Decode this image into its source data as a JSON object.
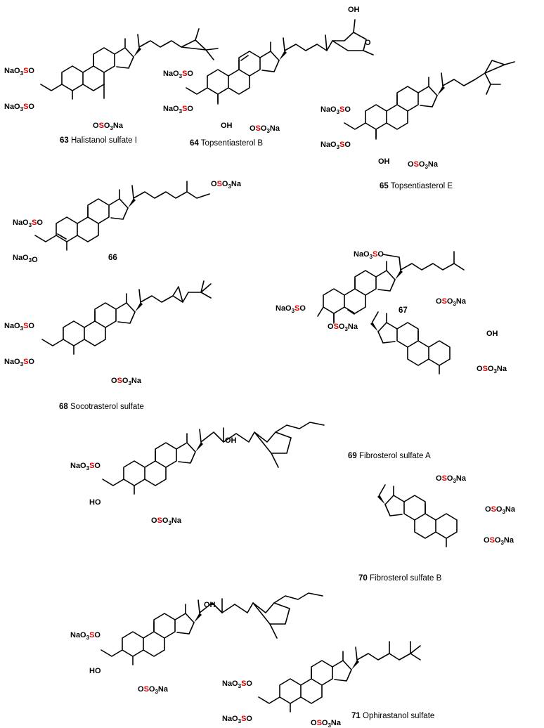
{
  "compounds": [
    {
      "number": "63",
      "name": "Halistanol sulfate I"
    },
    {
      "number": "64",
      "name": "Topsentiasterol B"
    },
    {
      "number": "65",
      "name": "Topsentiasterol E"
    },
    {
      "number": "66",
      "name": ""
    },
    {
      "number": "67",
      "name": ""
    },
    {
      "number": "68",
      "name": "Socotrasterol sulfate"
    },
    {
      "number": "69",
      "name": "Fibrosterol sulfate A"
    },
    {
      "number": "70",
      "name": "Fibrosterol sulfate B"
    },
    {
      "number": "71",
      "name": "Ophirastanol sulfate"
    }
  ],
  "labels": {
    "nao3": "NaO",
    "three": "3",
    "s": "S",
    "o": "O",
    "o_pre": "O",
    "so3na_so": "SO",
    "na": "Na",
    "oh": "OH",
    "ho": "HO",
    "h": "H",
    "ketone_o": "O"
  },
  "colors": {
    "sulfur": "#e60000",
    "ink": "#000000"
  }
}
